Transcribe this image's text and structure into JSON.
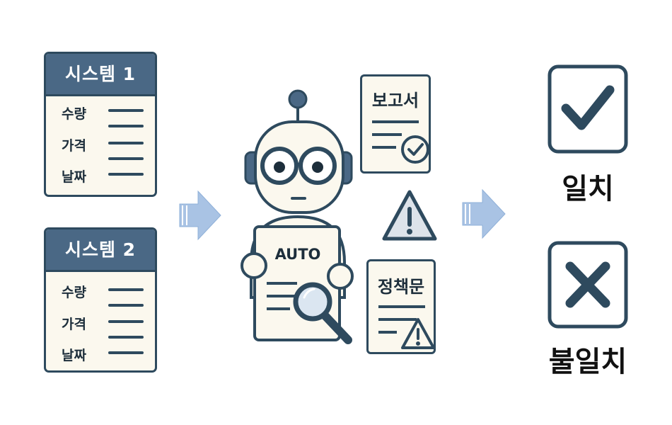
{
  "system1": {
    "title": "시스템 1",
    "rows": [
      "수량",
      "가격",
      "날짜"
    ]
  },
  "system2": {
    "title": "시스템 2",
    "rows": [
      "수량",
      "가격",
      "날짜"
    ]
  },
  "robot": {
    "sign_text": "AUTO"
  },
  "documents": {
    "report_title": "보고서",
    "policy_title": "정책문"
  },
  "results": {
    "match_label": "일치",
    "mismatch_label": "불일치"
  },
  "icons": {
    "arrow": "right-arrow-icon",
    "robot": "robot-icon",
    "magnifier": "magnifier-icon",
    "warning": "warning-icon",
    "check": "checkmark-icon",
    "cross": "x-mark-icon"
  },
  "colors": {
    "outline": "#2e4a5e",
    "header": "#4a6885",
    "paper": "#fbf8ee",
    "arrow": "#a9c3e4",
    "warning_fill": "#dde3ea"
  }
}
